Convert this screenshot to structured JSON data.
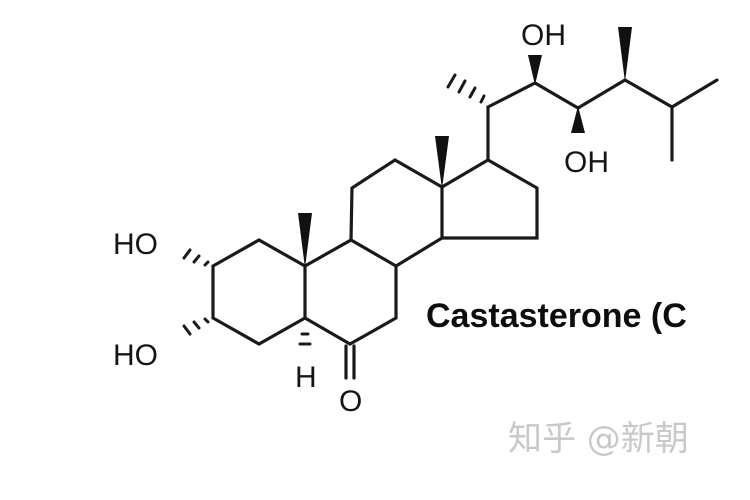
{
  "diagram": {
    "type": "chemical-structure",
    "compound_label": "Castasterone (C",
    "atom_labels": {
      "c2_hydroxyl": "HO",
      "c3_hydroxyl": "HO",
      "c5_hydrogen": "H",
      "c6_oxygen": "O",
      "c22_hydroxyl": "OH",
      "c23_hydroxyl": "OH"
    },
    "watermark": "知乎 @新朝",
    "colors": {
      "bond": "#1a1a1a",
      "text": "#151515",
      "watermark": "#c9c9c9",
      "background": "#ffffff"
    }
  }
}
